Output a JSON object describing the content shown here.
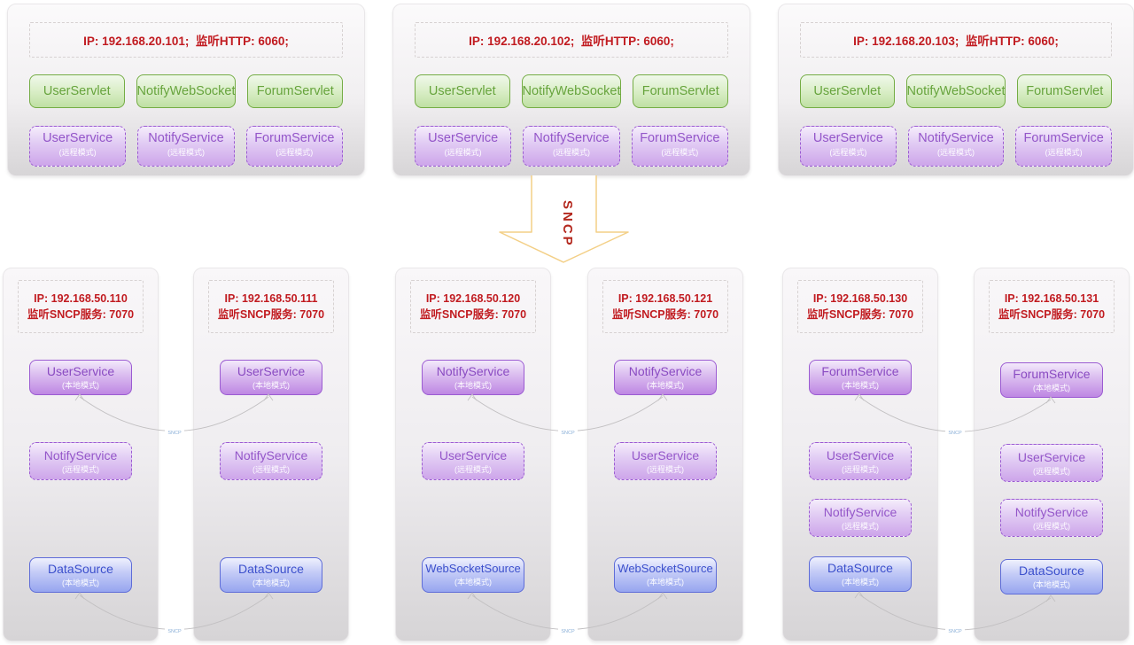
{
  "arrow": {
    "label": "SNCP"
  },
  "connectors": {
    "label": "SNCP"
  },
  "top_servers": [
    {
      "ip": "IP: 192.168.20.101;  监听HTTP: 6060;",
      "servlets": [
        "UserServlet",
        "NotifyWebSocket",
        "ForumServlet"
      ],
      "services": [
        {
          "name": "UserService",
          "mode": "(远程模式)"
        },
        {
          "name": "NotifyService",
          "mode": "(远程模式)"
        },
        {
          "name": "ForumService",
          "mode": "(远程模式)"
        }
      ]
    },
    {
      "ip": "IP: 192.168.20.102;  监听HTTP: 6060;",
      "servlets": [
        "UserServlet",
        "NotifyWebSocket",
        "ForumServlet"
      ],
      "services": [
        {
          "name": "UserService",
          "mode": "(远程模式)"
        },
        {
          "name": "NotifyService",
          "mode": "(远程模式)"
        },
        {
          "name": "ForumService",
          "mode": "(远程模式)"
        }
      ]
    },
    {
      "ip": "IP: 192.168.20.103;  监听HTTP: 6060;",
      "servlets": [
        "UserServlet",
        "NotifyWebSocket",
        "ForumServlet"
      ],
      "services": [
        {
          "name": "UserService",
          "mode": "(远程模式)"
        },
        {
          "name": "NotifyService",
          "mode": "(远程模式)"
        },
        {
          "name": "ForumService",
          "mode": "(远程模式)"
        }
      ]
    }
  ],
  "sncp_nodes": [
    {
      "ip1": "IP: 192.168.50.110",
      "ip2": "监听SNCP服务: 7070",
      "boxes": [
        {
          "name": "UserService",
          "mode": "(本地模式)"
        },
        {
          "name": "NotifyService",
          "mode": "(远程模式)"
        },
        {
          "name": "DataSource",
          "mode": "(本地模式)"
        }
      ]
    },
    {
      "ip1": "IP: 192.168.50.111",
      "ip2": "监听SNCP服务: 7070",
      "boxes": [
        {
          "name": "UserService",
          "mode": "(本地模式)"
        },
        {
          "name": "NotifyService",
          "mode": "(远程模式)"
        },
        {
          "name": "DataSource",
          "mode": "(本地模式)"
        }
      ]
    },
    {
      "ip1": "IP: 192.168.50.120",
      "ip2": "监听SNCP服务: 7070",
      "boxes": [
        {
          "name": "NotifyService",
          "mode": "(本地模式)"
        },
        {
          "name": "UserService",
          "mode": "(远程模式)"
        },
        {
          "name": "WebSocketSource",
          "mode": "(本地模式)"
        }
      ]
    },
    {
      "ip1": "IP: 192.168.50.121",
      "ip2": "监听SNCP服务: 7070",
      "boxes": [
        {
          "name": "NotifyService",
          "mode": "(本地模式)"
        },
        {
          "name": "UserService",
          "mode": "(远程模式)"
        },
        {
          "name": "WebSocketSource",
          "mode": "(本地模式)"
        }
      ]
    },
    {
      "ip1": "IP: 192.168.50.130",
      "ip2": "监听SNCP服务: 7070",
      "boxes": [
        {
          "name": "ForumService",
          "mode": "(本地模式)"
        },
        {
          "name": "UserService",
          "mode": "(远程模式)"
        },
        {
          "name": "NotifyService",
          "mode": "(远程模式)"
        },
        {
          "name": "DataSource",
          "mode": "(本地模式)"
        }
      ]
    },
    {
      "ip1": "IP: 192.168.50.131",
      "ip2": "监听SNCP服务: 7070",
      "boxes": [
        {
          "name": "ForumService",
          "mode": "(本地模式)"
        },
        {
          "name": "UserService",
          "mode": "(远程模式)"
        },
        {
          "name": "NotifyService",
          "mode": "(远程模式)"
        },
        {
          "name": "DataSource",
          "mode": "(本地模式)"
        }
      ]
    }
  ]
}
